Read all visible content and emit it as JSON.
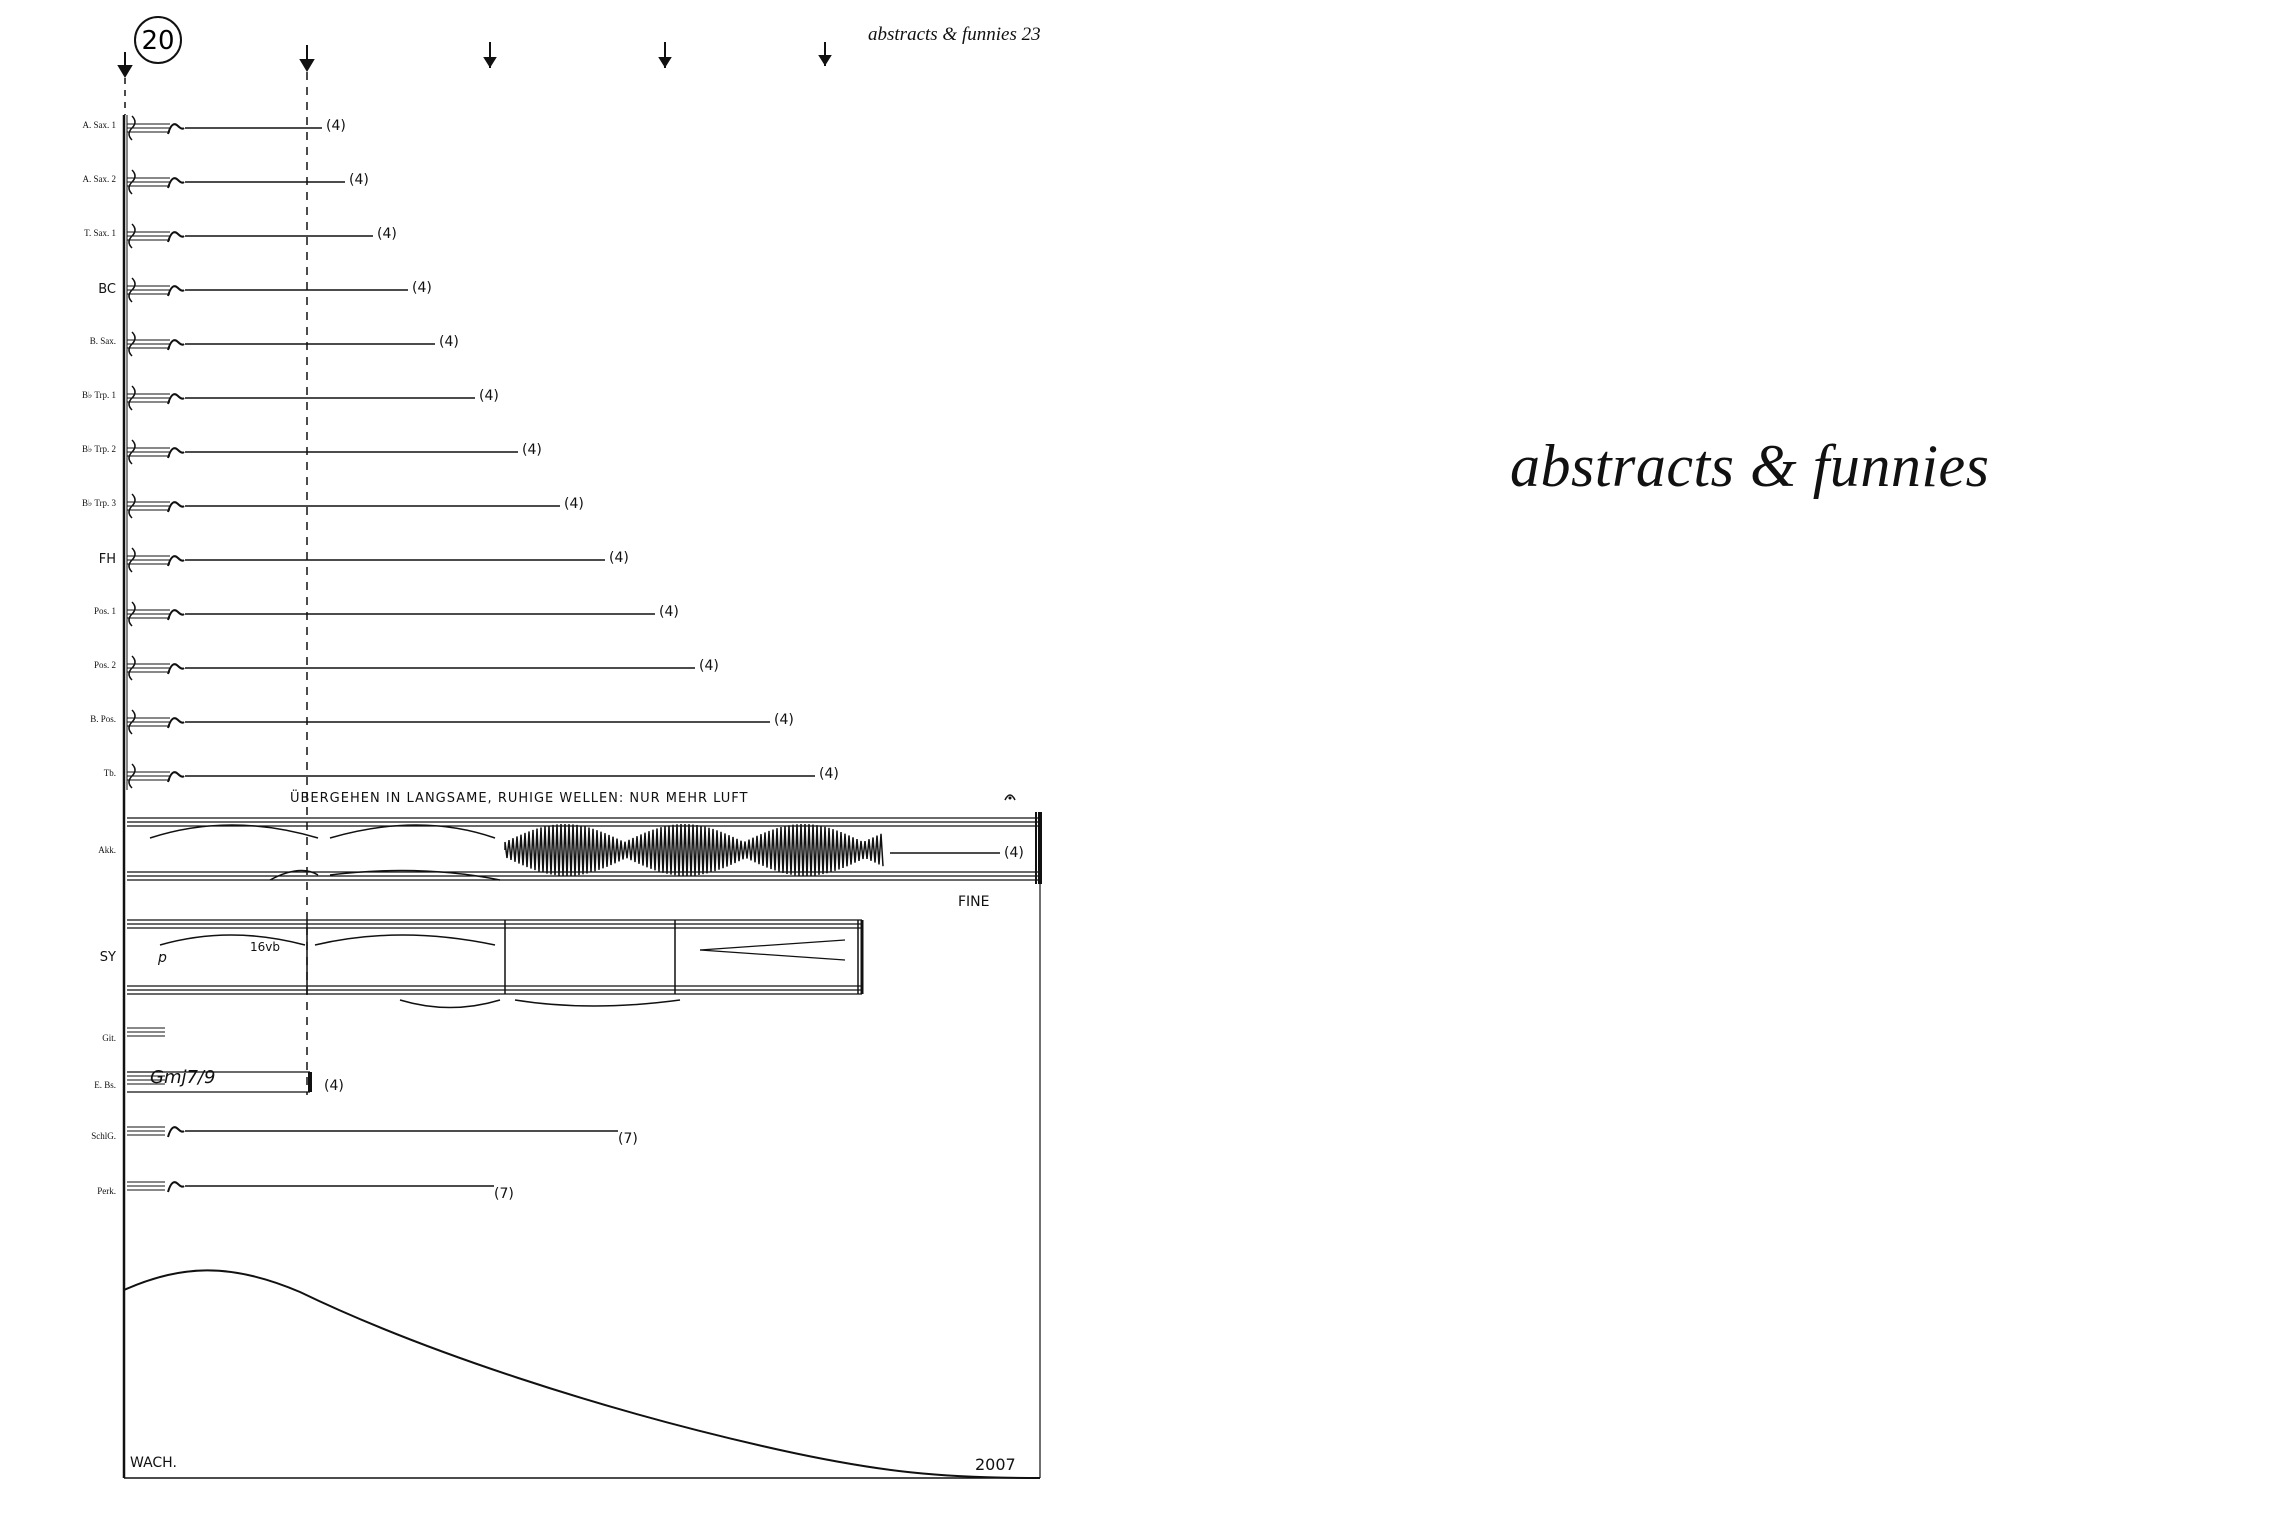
{
  "page": {
    "header": "abstracts & funnies 23",
    "title": "abstracts & funnies"
  },
  "score": {
    "rehearsal_mark": "20",
    "instruments": [
      {
        "label": "A. Sax. 1",
        "end_mark": "(4)"
      },
      {
        "label": "A. Sax. 2",
        "end_mark": "(4)"
      },
      {
        "label": "T. Sax. 1",
        "end_mark": "(4)"
      },
      {
        "label": "BC",
        "end_mark": "(4)"
      },
      {
        "label": "B. Sax.",
        "end_mark": "(4)"
      },
      {
        "label": "B♭ Trp. 1",
        "end_mark": "(4)"
      },
      {
        "label": "B♭ Trp. 2",
        "end_mark": "(4)"
      },
      {
        "label": "B♭ Trp. 3",
        "end_mark": "(4)"
      },
      {
        "label": "FH",
        "end_mark": "(4)"
      },
      {
        "label": "Pos. 1",
        "end_mark": "(4)"
      },
      {
        "label": "Pos. 2",
        "end_mark": "(4)"
      },
      {
        "label": "B. Pos.",
        "end_mark": "(4)"
      },
      {
        "label": "Tb.",
        "end_mark": "(4)"
      }
    ],
    "akk_label": "Akk.",
    "akk_instruction": "ÜBERGEHEN IN LANGSAME, RUHIGE WELLEN: NUR MEHR LUFT",
    "akk_end_mark": "(4)",
    "fine": "FINE",
    "sy_label": "SY",
    "sy_dynamic": "p",
    "sy_octave": "16vb",
    "git_label": "Git.",
    "ebs_label": "E. Bs.",
    "ebs_chord": "Gmj7/9",
    "ebs_end_mark": "(4)",
    "schlg_label": "SchlG.",
    "schlg_end_mark": "(7)",
    "perk_label": "Perk.",
    "perk_end_mark": "(7)",
    "signature": "WACH.",
    "year": "2007"
  }
}
